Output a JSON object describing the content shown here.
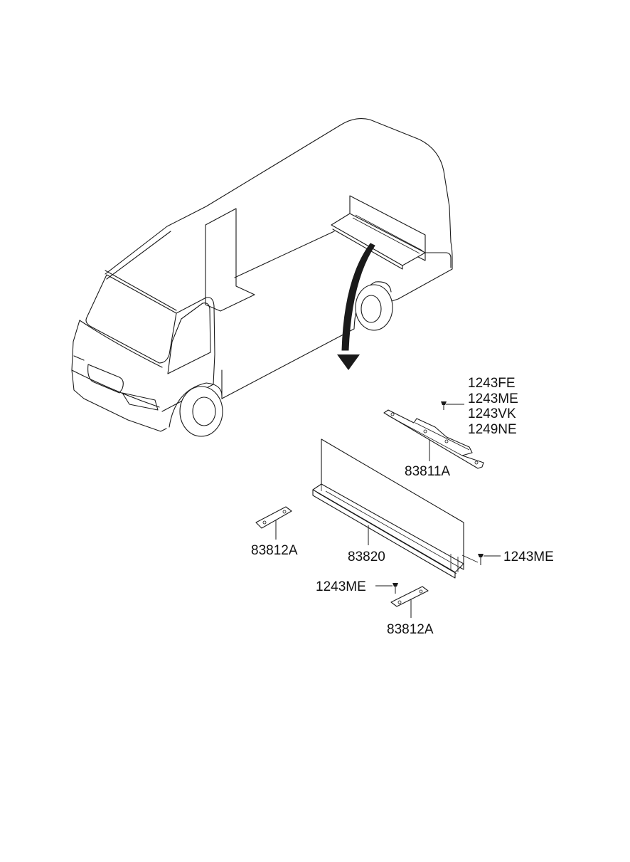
{
  "labels": {
    "bolt_group": [
      "1243FE",
      "1243ME",
      "1243VK",
      "1249NE"
    ],
    "part_83811A": "83811A",
    "part_83812A_left": "83812A",
    "part_83820": "83820",
    "screw_right": "1243ME",
    "screw_bottom": "1243ME",
    "part_83812A_bottom": "83812A"
  },
  "colors": {
    "line": "#1a1a1a",
    "text": "#111111",
    "background": "#ffffff"
  },
  "icons": {
    "arrow": "curved-down-arrow-icon",
    "screw": "screw-icon"
  }
}
